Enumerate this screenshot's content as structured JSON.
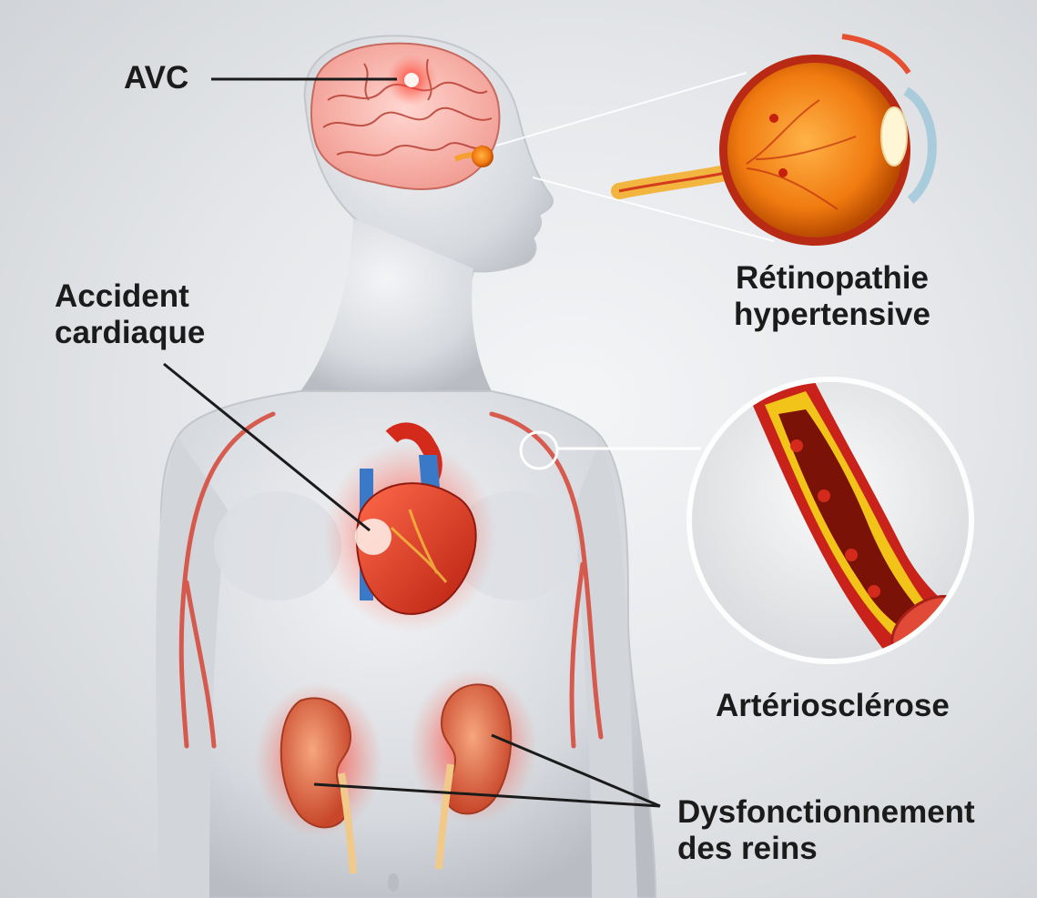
{
  "labels": {
    "avc": "AVC",
    "accident_cardiaque": [
      "Accident",
      "cardiaque"
    ],
    "retinopathie": [
      "Rétinopathie",
      "hypertensive"
    ],
    "arteriosclerose": "Artériosclérose",
    "reins": [
      "Dysfonctionnement",
      "des reins"
    ]
  },
  "colors": {
    "organ_red": "#d42a1c",
    "glow": "#ff3b2a",
    "body_silhouette": "#cfd3d8",
    "label_text": "#1b1b1b",
    "leader_line": "#1b1b1b",
    "plaque_yellow": "#f2c41a"
  }
}
